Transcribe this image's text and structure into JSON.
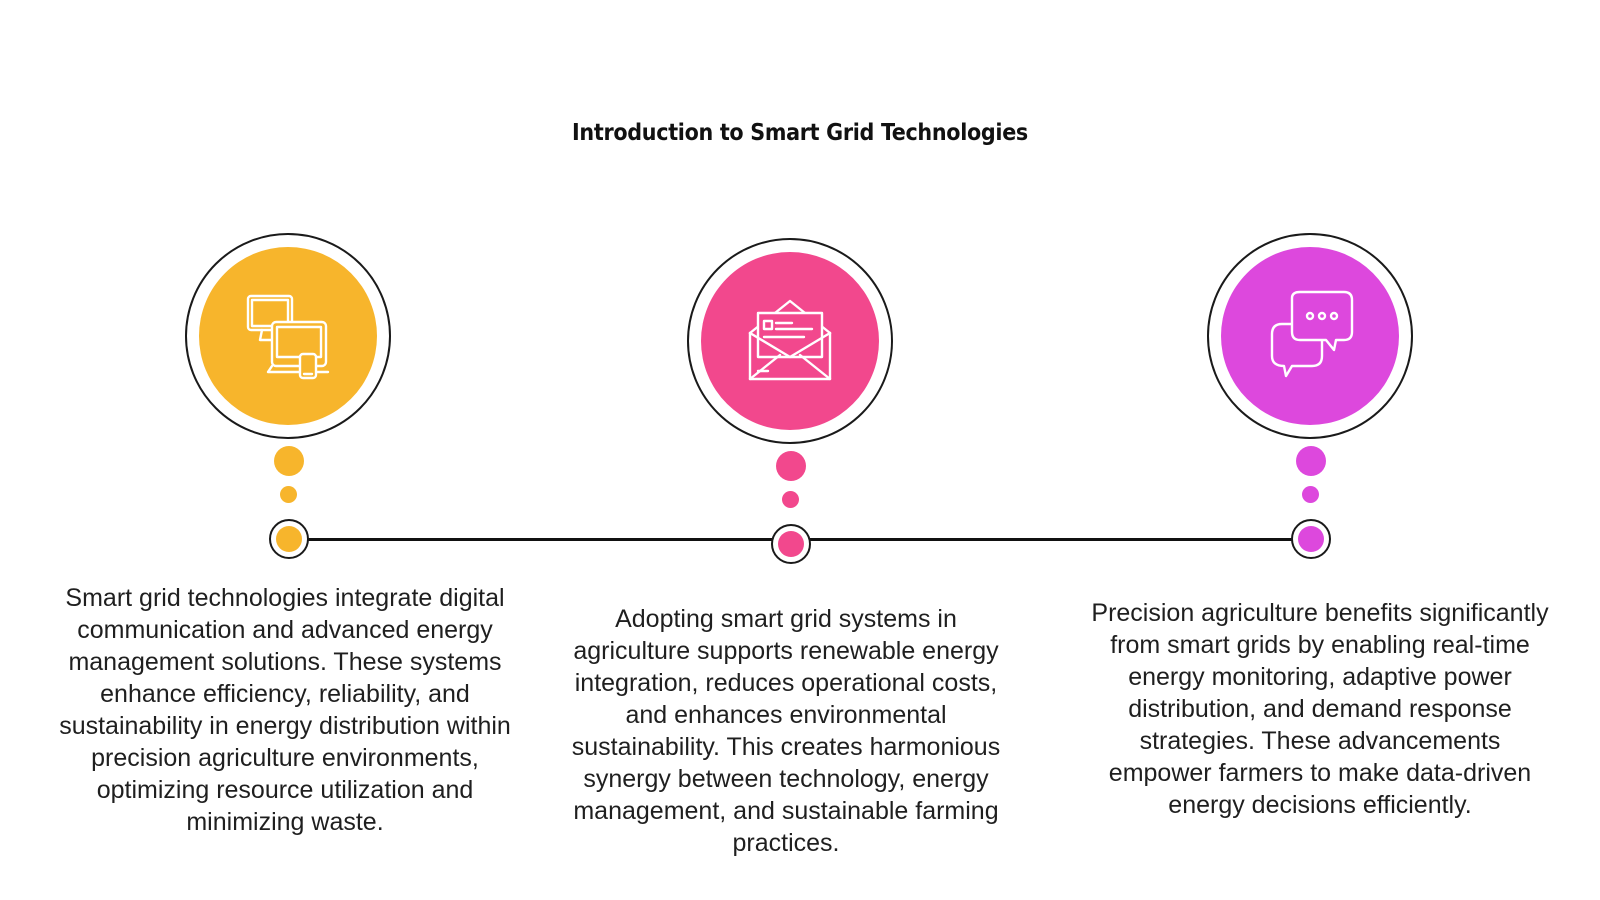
{
  "title": "Introduction to Smart Grid Technologies",
  "colors": {
    "line": "#111111",
    "orange": "#F7B52C",
    "pink": "#F2488D",
    "magenta": "#DD48DD"
  },
  "steps": [
    {
      "icon": "devices-icon",
      "color": "#F7B52C",
      "text": "Smart grid technologies integrate digital communication and advanced energy management solutions. These systems enhance efficiency, reliability, and sustainability in energy distribution within precision agriculture environments, optimizing resource utilization and minimizing waste."
    },
    {
      "icon": "envelope-icon",
      "color": "#F2488D",
      "text": "Adopting smart grid systems in agriculture supports renewable energy integration, reduces operational costs, and enhances environmental sustainability. This creates harmonious synergy between technology, energy management, and sustainable farming practices."
    },
    {
      "icon": "chat-bubbles-icon",
      "color": "#DD48DD",
      "text": "Precision agriculture benefits significantly from smart grids by enabling real-time energy monitoring, adaptive power distribution, and demand response strategies. These advancements empower farmers to make data-driven energy decisions efficiently."
    }
  ]
}
